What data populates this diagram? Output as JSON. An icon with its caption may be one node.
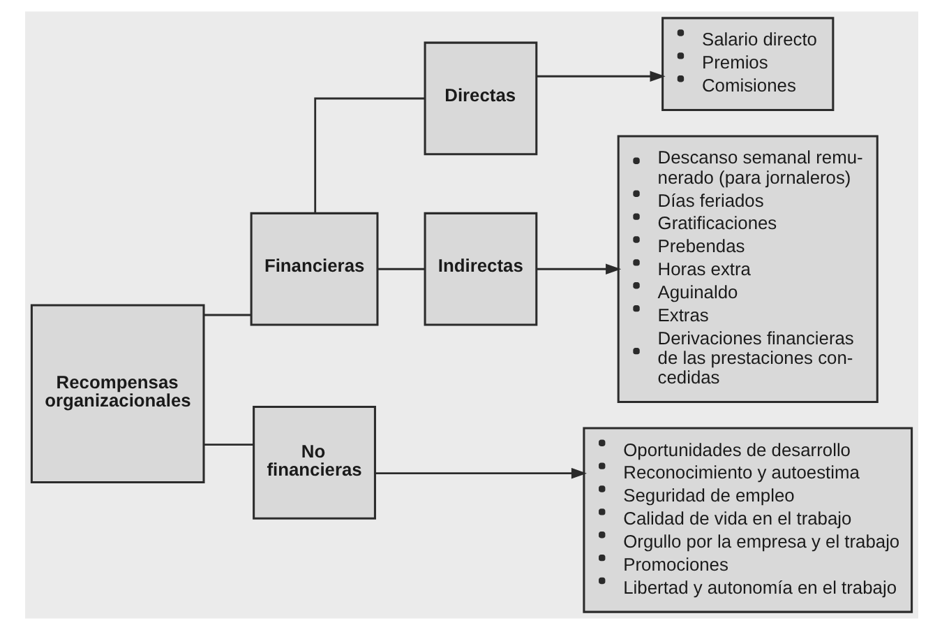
{
  "diagram": {
    "nodes": [
      {
        "text": [
          "Recompensas organizacionales"
        ]
      },
      {
        "text": [
          "Financieras"
        ]
      },
      {
        "text": [
          "Directas"
        ]
      },
      {
        "text": [
          "Salario directo",
          "Premios",
          "Comisiones"
        ]
      },
      {
        "text": [
          "Indirectas"
        ]
      },
      {
        "text": [
          "Descanso semanal remu- nerado (para jornaleros)",
          "Días feriados",
          "Gratificaciones",
          "Prebendas",
          "Horas extra",
          "Aguinaldo",
          "Extras",
          "Derivaciones financieras de las prestaciones con- cedidas"
        ]
      },
      {
        "text": [
          "No financieras"
        ]
      },
      {
        "text": [
          "Oportunidades de desarrollo",
          "Reconocimiento y autoestima",
          "Seguridad de empleo",
          "Calidad de vida en el trabajo",
          "Orgullo por la empresa y el trabajo",
          "Promociones",
          "Libertad y autonomía en el trabajo"
        ]
      }
    ],
    "edges": [
      {
        "from": 0,
        "to": 1,
        "arrow": "none"
      },
      {
        "from": 0,
        "to": 6,
        "arrow": "none"
      },
      {
        "from": 1,
        "to": 2,
        "arrow": "none"
      },
      {
        "from": 1,
        "to": 4,
        "arrow": "none"
      },
      {
        "from": 2,
        "to": 3,
        "arrow": "to"
      },
      {
        "from": 4,
        "to": 5,
        "arrow": "to"
      },
      {
        "from": 6,
        "to": 7,
        "arrow": "to"
      }
    ]
  }
}
